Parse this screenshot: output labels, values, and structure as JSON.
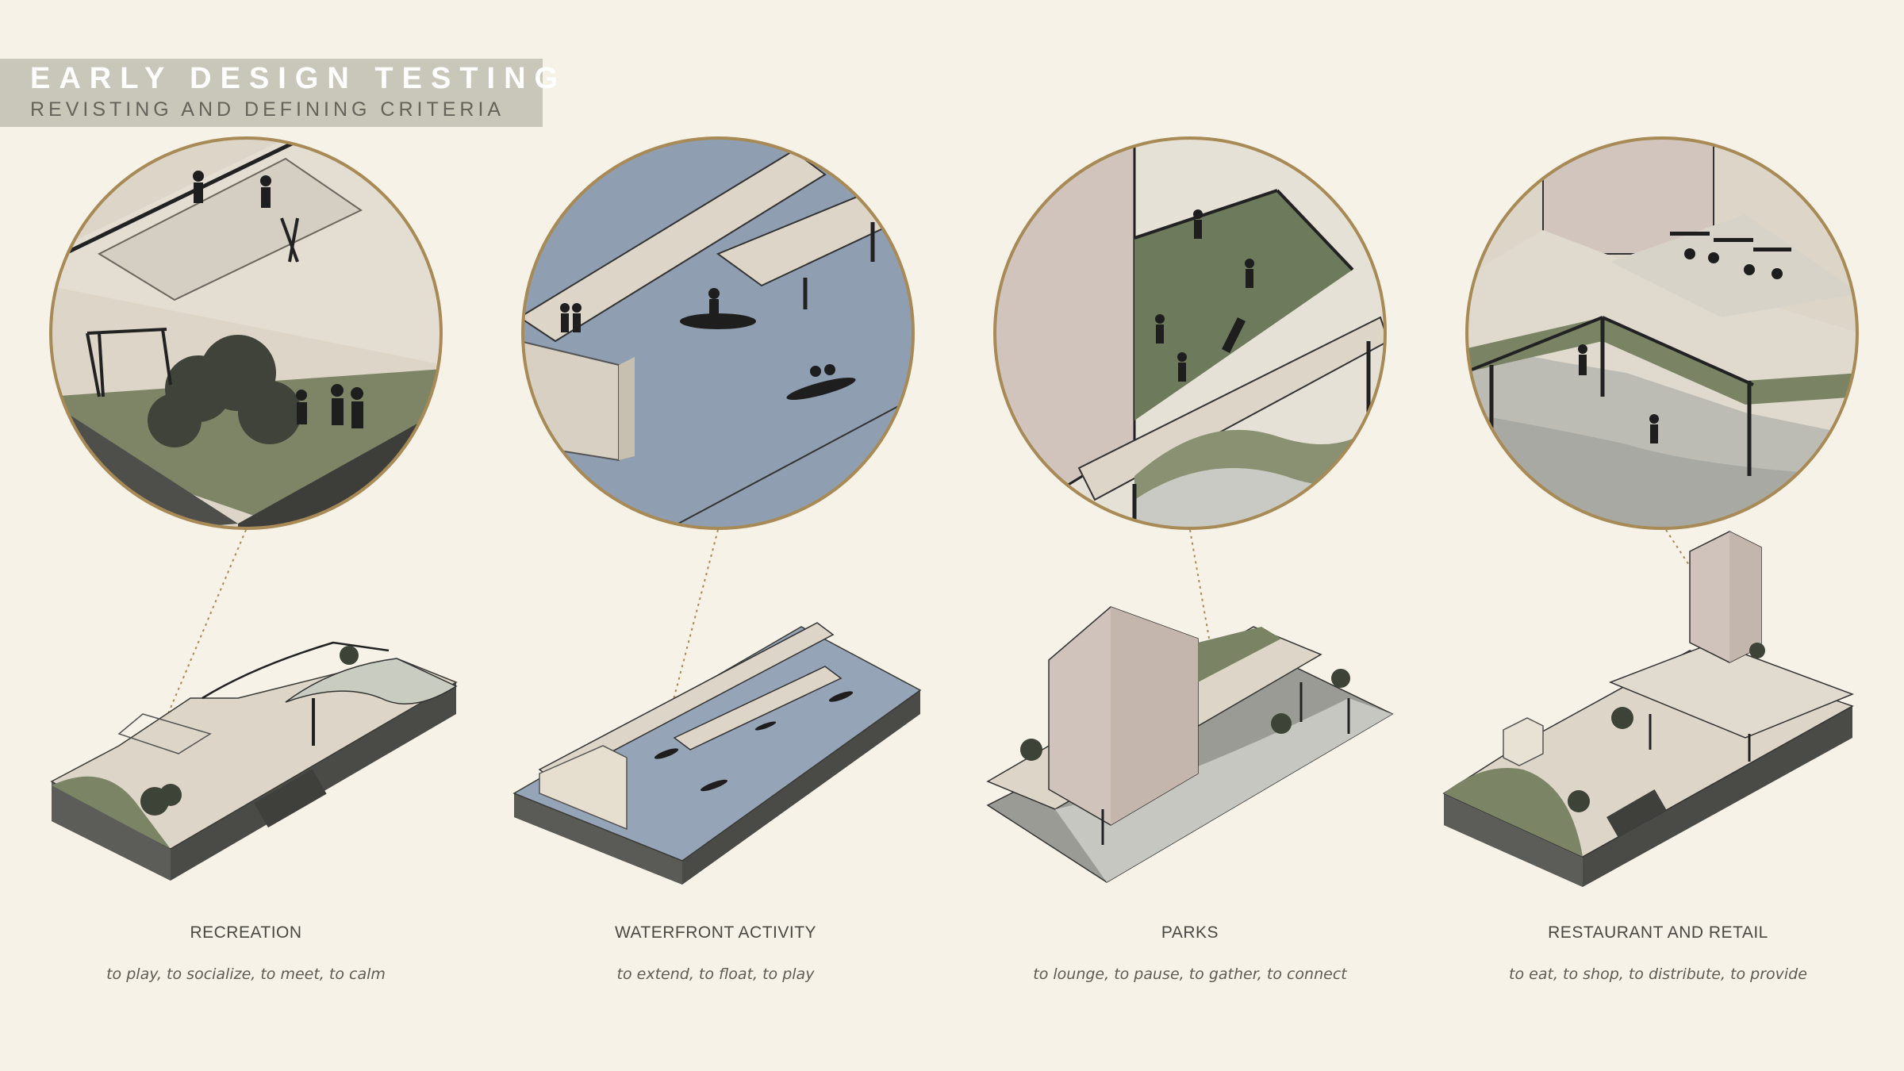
{
  "header": {
    "title": "EARLY DESIGN TESTING",
    "subtitle": "REVISTING AND DEFINING CRITERIA"
  },
  "panels": [
    {
      "label": "RECREATION",
      "description": "to play, to socialize, to meet, to calm"
    },
    {
      "label": "WATERFRONT ACTIVITY",
      "description": "to extend, to float, to play"
    },
    {
      "label": "PARKS",
      "description": "to lounge, to pause, to gather, to connect"
    },
    {
      "label": "RESTAURANT AND RETAIL",
      "description": "to eat, to shop, to distribute, to provide"
    }
  ],
  "colors": {
    "background": "#f6f2e7",
    "circle_ring": "#a78a56",
    "paving": "#ddd6c8",
    "grass": "#7c8466",
    "water": "#8e9db0",
    "earth": "#4f4f4c",
    "building": "#cfc3bb"
  }
}
